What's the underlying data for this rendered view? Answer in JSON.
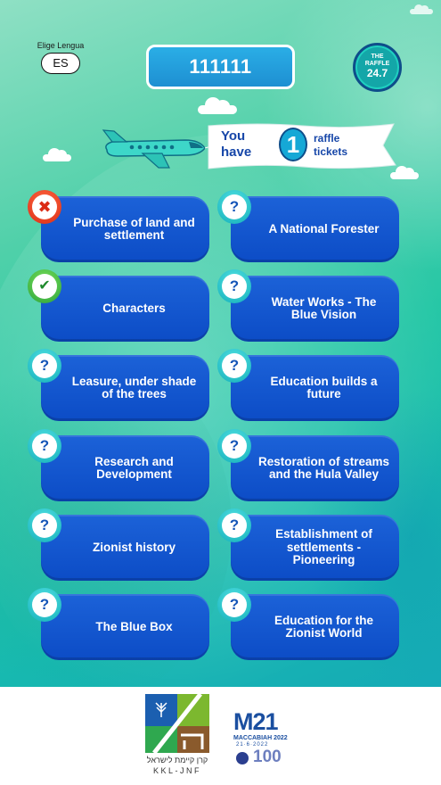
{
  "language": {
    "label": "Elige Lengua",
    "selected": "ES"
  },
  "code": "111111",
  "raffle_badge": {
    "line1": "THE",
    "line2": "RAFFLE",
    "line3": "24.7"
  },
  "banner": {
    "you": "You",
    "have": "have",
    "count": "1",
    "raffle": "raffle",
    "tickets": "tickets"
  },
  "categories": [
    {
      "label": "Purchase of land and settlement",
      "status": "wrong",
      "icon": "x-icon"
    },
    {
      "label": "A National Forester",
      "status": "unanswered",
      "icon": "question-icon"
    },
    {
      "label": "Characters",
      "status": "correct",
      "icon": "check-icon"
    },
    {
      "label": "Water Works - The Blue Vision",
      "status": "unanswered",
      "icon": "question-icon"
    },
    {
      "label": "Leasure, under shade of the trees",
      "status": "unanswered",
      "icon": "question-icon"
    },
    {
      "label": "Education builds a future",
      "status": "unanswered",
      "icon": "question-icon"
    },
    {
      "label": "Research and Development",
      "status": "unanswered",
      "icon": "question-icon"
    },
    {
      "label": "Restoration of streams and the Hula Valley",
      "status": "unanswered",
      "icon": "question-icon"
    },
    {
      "label": "Zionist history",
      "status": "unanswered",
      "icon": "question-icon"
    },
    {
      "label": "Establishment of settlements - Pioneering",
      "status": "unanswered",
      "icon": "question-icon"
    },
    {
      "label": "The Blue Box",
      "status": "unanswered",
      "icon": "question-icon"
    },
    {
      "label": "Education for the Zionist World",
      "status": "unanswered",
      "icon": "question-icon"
    }
  ],
  "footer": {
    "kkl_hebrew": "קרן קיימת לישראל",
    "kkl_english": "KKL-JNF",
    "maccabiah_mark": "M21",
    "maccabiah_year": "MACCABIAH 2022",
    "maccabiah_dates": "21·6·2022",
    "centennial": "100"
  },
  "colors": {
    "tile": "#0c4cc6",
    "question": "#12aeb9",
    "wrong": "#db2b14",
    "correct": "#2ba33a",
    "code_box": "#1e8fd2"
  }
}
